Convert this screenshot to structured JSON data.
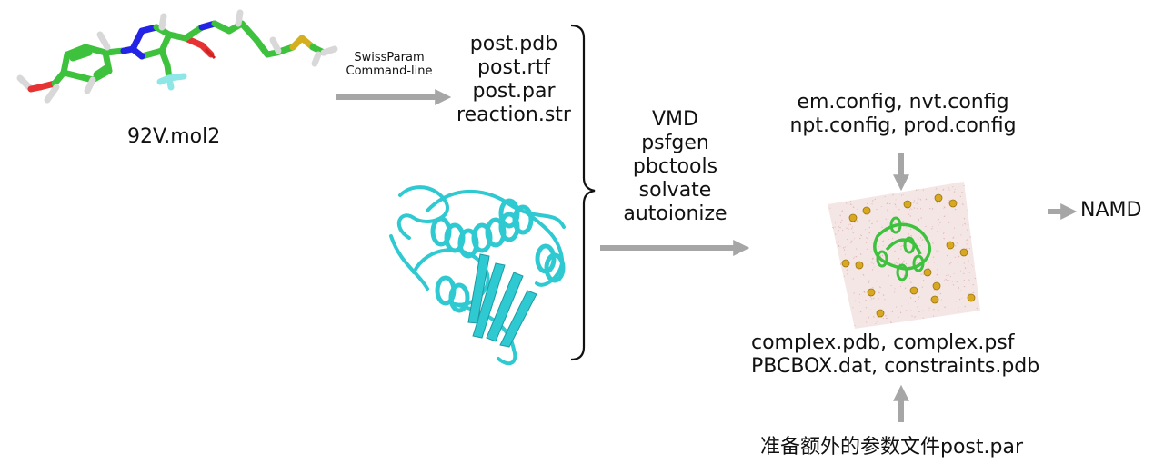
{
  "ligand": {
    "filename": "92V.mol2"
  },
  "swissparam": {
    "line1": "SwissParam",
    "line2": "Command-line"
  },
  "outputs": {
    "pdb": "post.pdb",
    "rtf": "post.rtf",
    "par": "post.par",
    "str": "reaction.str"
  },
  "vmd_tools": [
    "VMD",
    "psfgen",
    "pbctools",
    "solvate",
    "autoionize"
  ],
  "configs": {
    "line1": "em.config, nvt.config",
    "line2": "npt.config, prod.config"
  },
  "system_files": {
    "line1": "complex.pdb, complex.psf",
    "line2": "PBCBOX.dat, constraints.pdb"
  },
  "extra_param": "准备额外的参数文件post.par",
  "engine": "NAMD",
  "colors": {
    "arrow": "#a6a6a6",
    "carbon": "#3ec23e",
    "nitrogen": "#2424e6",
    "oxygen": "#e63232",
    "sulfur": "#d4b020",
    "fluorine": "#8ee6e6",
    "hydrogen": "#d8d8d8",
    "protein": "#2ec9d1",
    "water": "#e0b8b8",
    "ion": "#d8a820"
  }
}
